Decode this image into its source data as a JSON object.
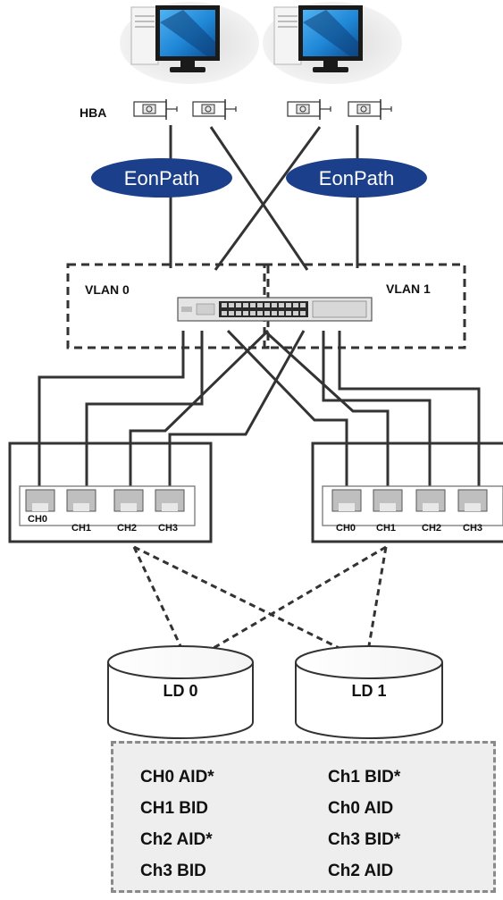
{
  "hba_label": "HBA",
  "eonpath": [
    "EonPath",
    "EonPath"
  ],
  "vlans": [
    "VLAN 0",
    "VLAN 1"
  ],
  "controllers": [
    {
      "ports": [
        "CH0",
        "CH1",
        "CH2",
        "CH3"
      ]
    },
    {
      "ports": [
        "CH0",
        "CH1",
        "CH2",
        "CH3"
      ]
    }
  ],
  "logical_drives": [
    "LD 0",
    "LD 1"
  ],
  "mapping_table": {
    "left": [
      "CH0 AID*",
      "CH1 BID",
      "Ch2 AID*",
      "Ch3 BID"
    ],
    "right": [
      "Ch1 BID*",
      "Ch0 AID",
      "Ch3 BID*",
      "Ch2 AID"
    ]
  },
  "colors": {
    "eonpath_fill": "#1b3f8b",
    "table_bg": "#eeeeee",
    "monitor_screen": "#1f86d6"
  }
}
